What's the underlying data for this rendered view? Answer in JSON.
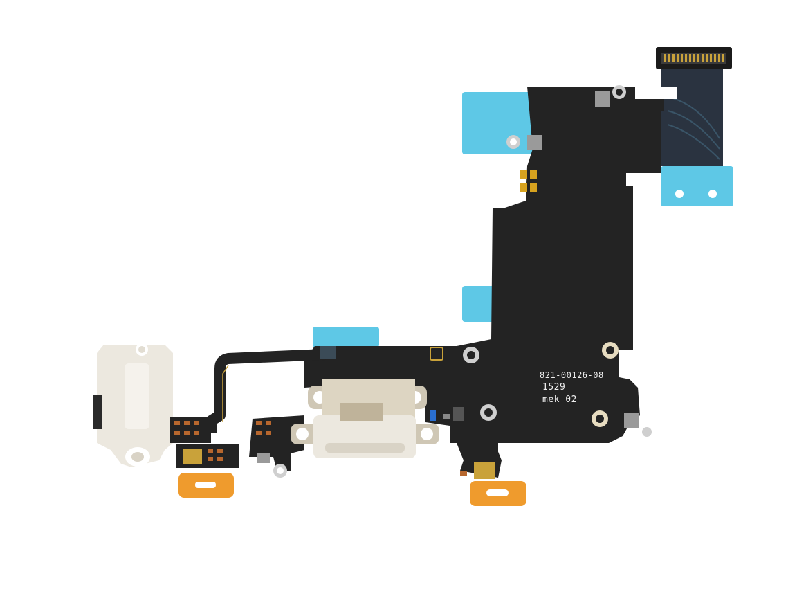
{
  "flex_cable": {
    "part_number": "821-00126-08",
    "date_code": "1529",
    "maker_mark": "mek 02"
  },
  "colors": {
    "background": "#ffffff",
    "flex": "#232323",
    "adhesive_tape": "#5ec8e6",
    "stiffener_pads": "#ef9b2d",
    "dock_connector": "#ece8df",
    "gold_contacts": "#c9a23a"
  }
}
